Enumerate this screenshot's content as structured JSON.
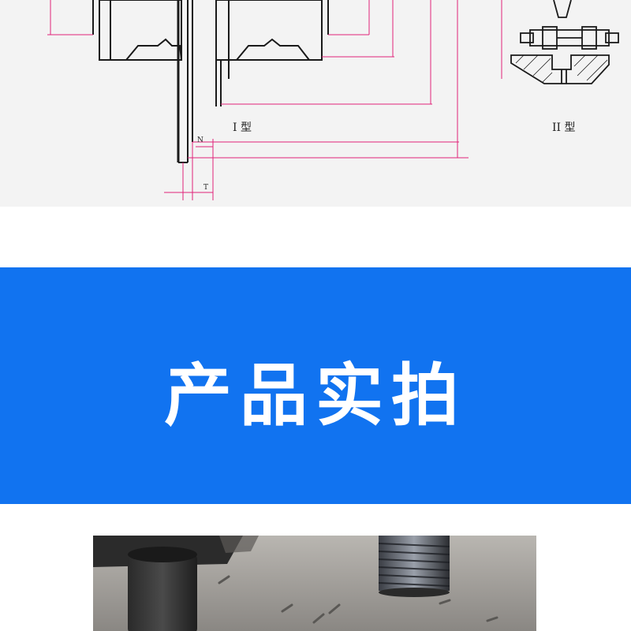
{
  "drawing": {
    "type_one_label": "I 型",
    "type_two_label": "II 型",
    "dimension_n": "N",
    "dimension_t": "T"
  },
  "banner": {
    "title": "产品实拍",
    "background": "#1173f0",
    "text_color": "#ffffff"
  },
  "colors": {
    "dimension_line": "#e0237a",
    "outline": "#1a1a1a"
  },
  "photo": {
    "description_icon": "product-photo"
  }
}
